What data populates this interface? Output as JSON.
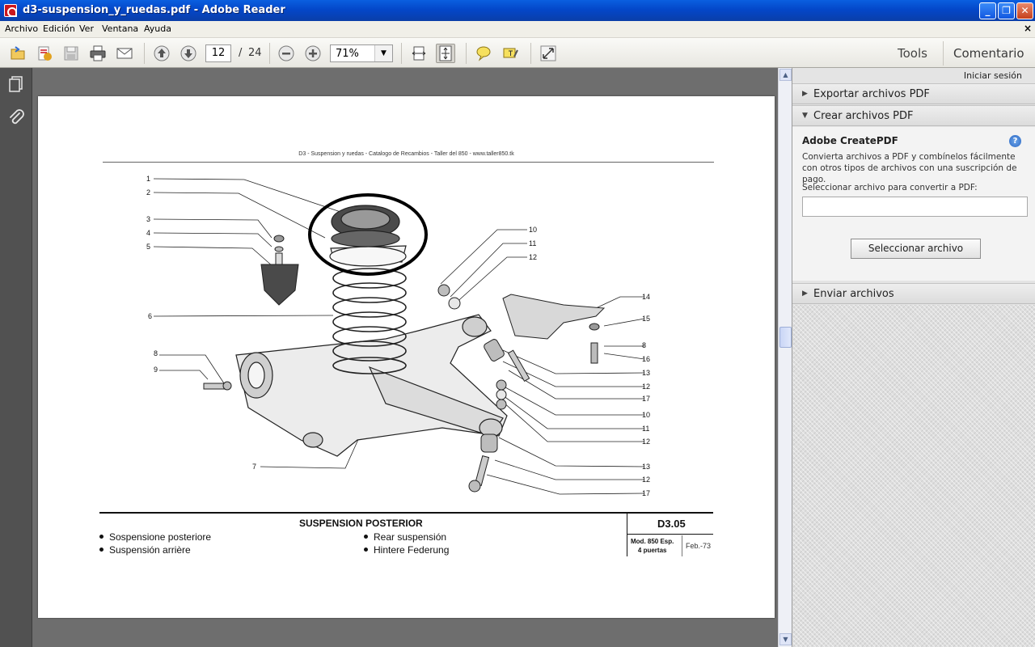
{
  "window": {
    "title": "d3-suspension_y_ruedas.pdf - Adobe Reader",
    "min_glyph": "_",
    "max_glyph": "❐",
    "close_glyph": "✕"
  },
  "menu": [
    "Archivo",
    "Edición",
    "Ver",
    "Ventana",
    "Ayuda"
  ],
  "menu_close": "×",
  "toolbar": {
    "current_page": "12",
    "page_separator": "/",
    "total_pages": "24",
    "zoom": "71%",
    "tools_label": "Tools",
    "comment_label": "Comentario"
  },
  "right_panel": {
    "sign_in": "Iniciar sesión",
    "export_label": "Exportar archivos PDF",
    "create_label": "Crear archivos PDF",
    "createpdf_title": "Adobe CreatePDF",
    "createpdf_desc": "Convierta archivos a PDF y combínelos fácilmente con otros tipos de archivos con una suscripción de pago.",
    "select_label": "Seleccionar archivo para convertir a PDF:",
    "select_button": "Seleccionar archivo",
    "send_label": "Enviar archivos"
  },
  "document": {
    "header": "D3 - Suspension y ruedas - Catalogo de Recambios - Taller del 850 - www.taller850.tk",
    "callouts_left": [
      "1",
      "2",
      "3",
      "4",
      "5",
      "6",
      "8",
      "9",
      "7"
    ],
    "callouts_right": [
      "10",
      "11",
      "12",
      "14",
      "15",
      "8",
      "16",
      "13",
      "12",
      "17",
      "10",
      "11",
      "12",
      "13",
      "12",
      "17"
    ],
    "footer_title": "SUSPENSION POSTERIOR",
    "footer_items_left": [
      "Sospensione posteriore",
      "Suspensión arrière"
    ],
    "footer_items_right": [
      "Rear suspensión",
      "Hintere Federung"
    ],
    "footer_code": "D3.05",
    "footer_model_line1": "Mod. 850 Esp.",
    "footer_model_line2": "4 puertas",
    "footer_date": "Feb.-73"
  },
  "colors": {
    "titlebar": "#0447c9",
    "doc_background": "#6e6e6e",
    "nav_panel": "#515151"
  }
}
